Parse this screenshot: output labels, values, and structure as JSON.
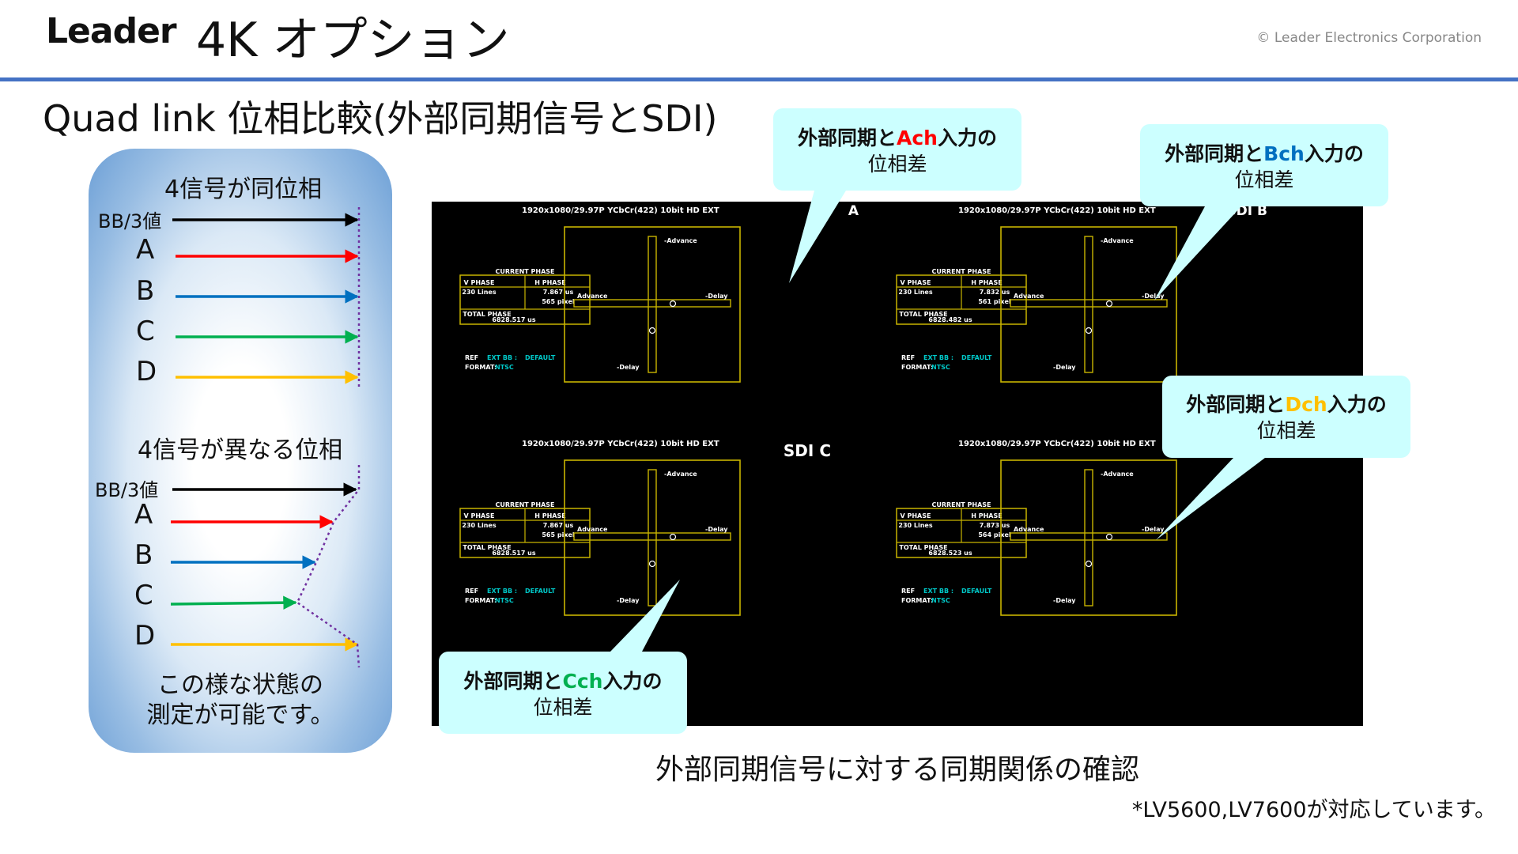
{
  "header": {
    "logo": "Leader",
    "title": "4K オプション",
    "copyright": "© Leader Electronics Corporation"
  },
  "subtitle": "Quad link 位相比較(外部同期信号とSDI)",
  "left_panel": {
    "same_phase": {
      "heading": "4信号が同位相",
      "bb_label": "BB/3値",
      "rows": [
        {
          "letter": "A",
          "color": "#ff0000"
        },
        {
          "letter": "B",
          "color": "#0070c0"
        },
        {
          "letter": "C",
          "color": "#00b050"
        },
        {
          "letter": "D",
          "color": "#ffc000"
        }
      ]
    },
    "diff_phase": {
      "heading": "4信号が異なる位相",
      "bb_label": "BB/3値",
      "rows": [
        {
          "letter": "A",
          "color": "#ff0000"
        },
        {
          "letter": "B",
          "color": "#0070c0"
        },
        {
          "letter": "C",
          "color": "#00b050"
        },
        {
          "letter": "D",
          "color": "#ffc000"
        }
      ]
    },
    "note_line1": "この様な状態の",
    "note_line2": "測定が可能です。",
    "reference_color": "#000000",
    "phase_line_color": "#7030a0"
  },
  "monitor": {
    "quadrants": [
      {
        "format": "1920x1080/29.97P YCbCr(422) 10bit HD EXT",
        "sdi_label": "A",
        "v_phase": "230 Lines",
        "h_phase_us": "7.867 us",
        "h_phase_px": "565 pixel",
        "total_phase": "6828.517 us"
      },
      {
        "format": "1920x1080/29.97P YCbCr(422) 10bit HD EXT",
        "sdi_label": "SDI B",
        "v_phase": "230 Lines",
        "h_phase_us": "7.832 us",
        "h_phase_px": "561 pixel",
        "total_phase": "6828.482 us"
      },
      {
        "format": "1920x1080/29.97P YCbCr(422) 10bit HD EXT",
        "sdi_label": "SDI C",
        "v_phase": "230 Lines",
        "h_phase_us": "7.867 us",
        "h_phase_px": "565 pixel",
        "total_phase": "6828.517 us"
      },
      {
        "format": "1920x1080/29.97P YCbCr(422) 10bit HD EXT",
        "sdi_label": "",
        "v_phase": "230 Lines",
        "h_phase_us": "7.873 us",
        "h_phase_px": "564 pixel",
        "total_phase": "6828.523 us"
      }
    ],
    "labels": {
      "current_phase": "CURRENT PHASE",
      "v_phase": "V PHASE",
      "h_phase": "H PHASE",
      "total_phase": "TOTAL PHASE",
      "ref": "REF",
      "ext": "EXT BB :",
      "default": "DEFAULT",
      "format": "FORMAT:",
      "ntsc": "NTSC",
      "advance": "Advance",
      "delay": "Delay"
    },
    "trace_color": "#c8b400",
    "cyan_color": "#00c8c8"
  },
  "callouts": [
    {
      "pre": "外部同期と",
      "ch": "Ach",
      "post": "入力の",
      "line2": "位相差",
      "ch_color": "#ff0000"
    },
    {
      "pre": "外部同期と",
      "ch": "Bch",
      "post": "入力の",
      "line2": "位相差",
      "ch_color": "#0070c0"
    },
    {
      "pre": "外部同期と",
      "ch": "Dch",
      "post": "入力の",
      "line2": "位相差",
      "ch_color": "#ffc000"
    },
    {
      "pre": "外部同期と",
      "ch": "Cch",
      "post": "入力の",
      "line2": "位相差",
      "ch_color": "#00b050"
    }
  ],
  "callout_fill": "#ccffff",
  "caption": "外部同期信号に対する同期関係の確認",
  "footnote": "*LV5600,LV7600が対応しています。"
}
